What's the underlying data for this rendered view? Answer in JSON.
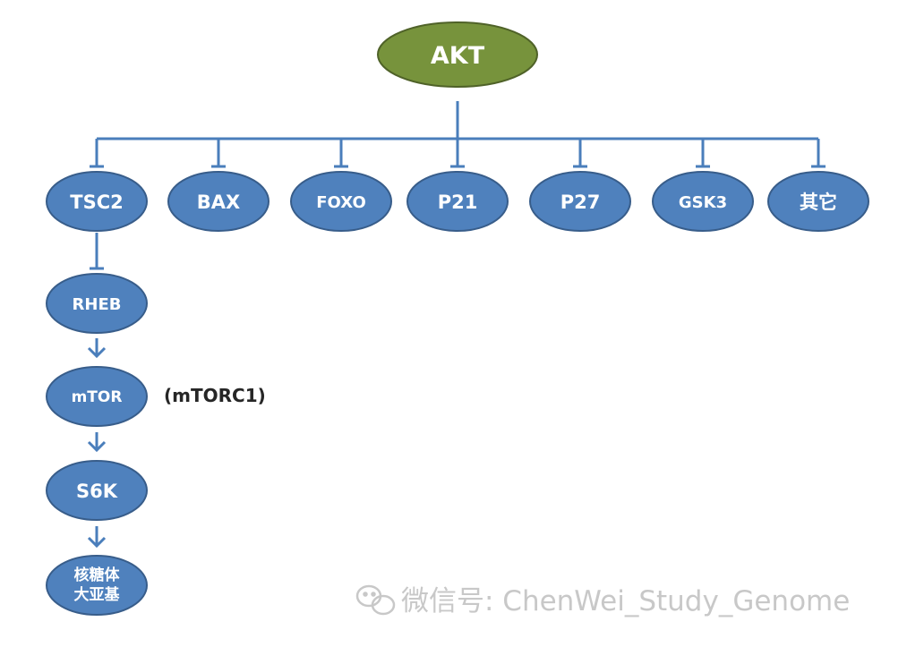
{
  "diagram": {
    "root": {
      "label": "AKT"
    },
    "targets": [
      {
        "label": "TSC2"
      },
      {
        "label": "BAX"
      },
      {
        "label": "FOXO"
      },
      {
        "label": "P21"
      },
      {
        "label": "P27"
      },
      {
        "label": "GSK3"
      },
      {
        "label": "其它"
      }
    ],
    "chain": [
      {
        "label": "RHEB"
      },
      {
        "label": "mTOR",
        "note": "(mTORC1)"
      },
      {
        "label": "S6K"
      },
      {
        "label_line1": "核糖体",
        "label_line2": "大亚基"
      }
    ]
  },
  "watermark": {
    "text": "微信号: ChenWei_Study_Genome"
  },
  "colors": {
    "root_fill": "#77933c",
    "root_stroke": "#4f6228",
    "node_fill": "#4f81bd",
    "node_stroke": "#385d8a",
    "connector": "#4a7ebb",
    "watermark": "#c8c8c8"
  }
}
